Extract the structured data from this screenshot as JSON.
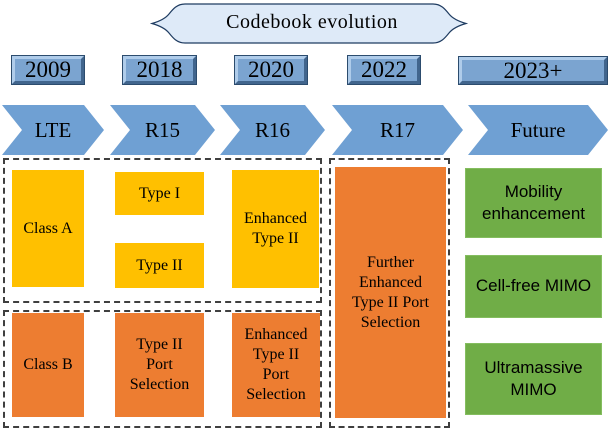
{
  "title_banner": {
    "label": "Codebook evolution"
  },
  "columns": [
    {
      "year": "2009",
      "era": "LTE",
      "upper": [
        "Class A"
      ],
      "lower": [
        "Class B"
      ]
    },
    {
      "year": "2018",
      "era": "R15",
      "upper": [
        "Type I",
        "Type II"
      ],
      "lower": [
        "Type II\nPort\nSelection"
      ]
    },
    {
      "year": "2020",
      "era": "R16",
      "upper": [
        "Enhanced\nType II"
      ],
      "lower": [
        "Enhanced\nType II\nPort\nSelection"
      ]
    },
    {
      "year": "2022",
      "era": "R17",
      "full": [
        "Further\nEnhanced\nType II Port\nSelection"
      ]
    },
    {
      "year": "2023+",
      "era": "Future",
      "future_items": [
        "Mobility\nenhancement",
        "Cell-free MIMO",
        "Ultramassive\nMIMO"
      ]
    }
  ],
  "colors": {
    "arrow_blue": "#6FA0D3",
    "year_badge_blue": "#7BA4D0",
    "banner_fill": "#DEEAF8",
    "legacy_yellow": "#FFC000",
    "evolved_orange": "#ED7D31",
    "future_green": "#70AD47"
  }
}
